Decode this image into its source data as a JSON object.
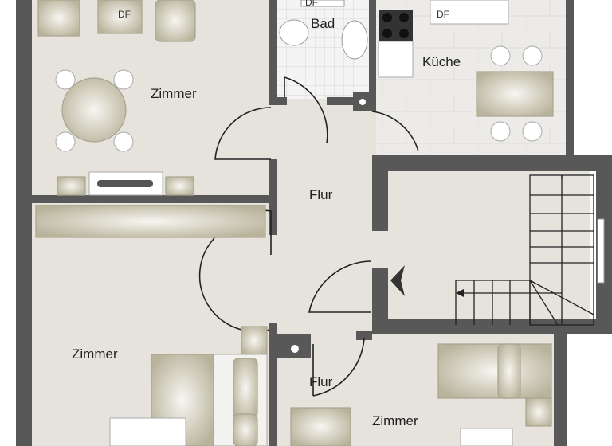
{
  "rooms": {
    "living_top": "Zimmer",
    "bath": "Bad",
    "kitchen": "Küche",
    "hall": "Flur",
    "living_bottom_left": "Zimmer",
    "living_bottom_right": "Zimmer"
  },
  "markers": {
    "df_living": "DF",
    "df_bath": "DF",
    "df_kitchen": "DF"
  },
  "colors": {
    "wall": "#585858",
    "floor": "#e6e3dd",
    "furniture": "#c9c4ad"
  }
}
